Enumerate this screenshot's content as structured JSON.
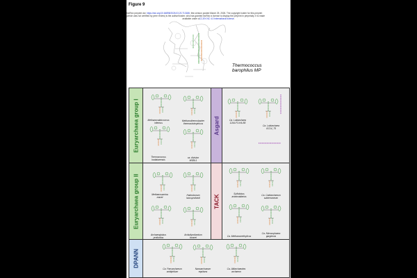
{
  "figure_label": "Figure 9",
  "preprint_notice": {
    "line1_a": "bioRxiv preprint doi: ",
    "line1_link": "https://doi.org/10.64898/2026.03.20.713186",
    "line1_b": "; this version posted March 25, 2026. The copyright holder for this preprint",
    "line2": "(which was not certified by peer review) is the author/funder, who has granted bioRxiv a license to display the preprint in perpetuity. It is made",
    "line3_a": "available under a",
    "line3_link": "CC-BY-NC 4.0 International license",
    "line3_b": "."
  },
  "top_species": {
    "line1": "Thermococcus",
    "line2": "barophilus MP"
  },
  "colors": {
    "green": "#3a9a3a",
    "orange": "#d9782a",
    "purple_band": "#c8b4dc",
    "group1_band": "#c6e4b6",
    "group2_band": "#c6e4b6",
    "tack_band": "#f3d9dc",
    "dpann_band": "#cfe0f3",
    "panel_bg": "#ededed"
  },
  "sections": {
    "euryarchaea_group_1": {
      "label": "Euryarchaea group I",
      "species": [
        "Methanocaldococcus infernus",
        "Methanothermobacter thermautotrophicus",
        "Thermococcus kodakarensis",
        "ca. division MSBL1"
      ]
    },
    "asgard": {
      "label": "Asgard",
      "species": [
        "Ca. Lokiarchaea 1244-F3-H4-B5",
        "Ca. Lokiarchaea GC14_75"
      ]
    },
    "euryarchaea_group_2": {
      "label": "Euryarchaea group II",
      "species": [
        "Methanosarcina mazei",
        "Haloruburum lacusprofundi",
        "Archaeoglobus profundus",
        "Aciduliprofundum boonei"
      ]
    },
    "tack": {
      "label": "TACK",
      "species": [
        "Sulfolobus acidocaldarius",
        "Ca. Caldarchaeum subterraneum",
        "Ca. Methanomethylicus",
        "Ca. Nitrosophaera gargensis"
      ]
    },
    "dpann": {
      "label": "DPANN",
      "species": [
        "Ca. Parvarchaeum acidiphilum",
        "Nanoarchaeum equitans",
        "Ca. Altiarchaeales archaeon"
      ]
    }
  }
}
